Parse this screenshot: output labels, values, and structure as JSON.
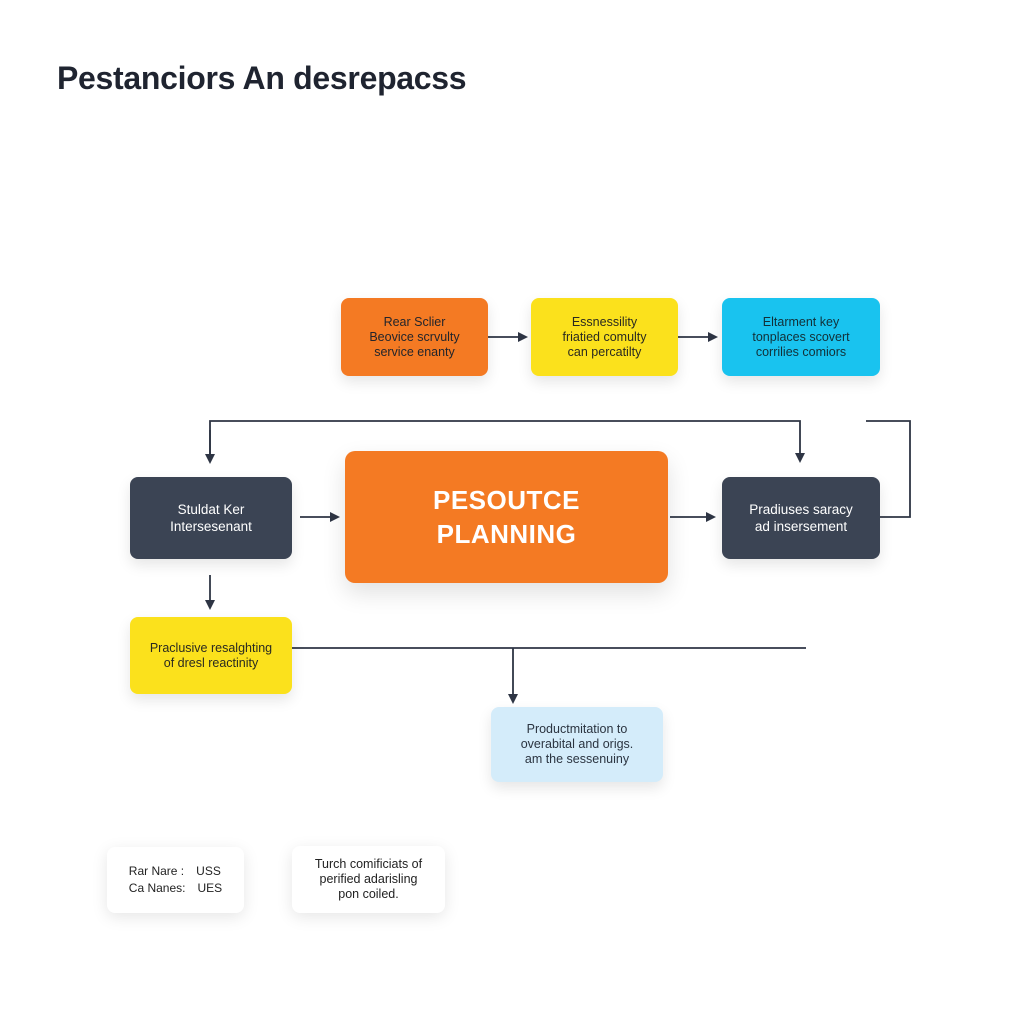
{
  "title": "Pestanciors An desrepacss",
  "colors": {
    "orange": "#f47a23",
    "yellow": "#fbe11c",
    "cyan": "#19c3ef",
    "dark": "#3b4454",
    "light_blue": "#d4ecfa",
    "connector": "#2e3544"
  },
  "top_row": [
    {
      "lines": [
        "Rear Sclier",
        "Beovice scrvulty",
        "service enanty"
      ]
    },
    {
      "lines": [
        "Essnessility",
        "friatied comulty",
        "can percatilty"
      ]
    },
    {
      "lines": [
        "Eltarment key",
        "tonplaces scovert",
        "corrilies comiors"
      ]
    }
  ],
  "middle_row": {
    "left": {
      "lines": [
        "Stuldat Ker",
        "Intersesenant"
      ]
    },
    "center": {
      "lines": [
        "PESOUTCE",
        "PLANNING"
      ]
    },
    "right": {
      "lines": [
        "Pradiuses saracy",
        "ad insersement"
      ]
    }
  },
  "lower": {
    "yellow": {
      "lines": [
        "Praclusive resalghting",
        "of dresl reactinity"
      ]
    },
    "light_blue": {
      "lines": [
        "Productmitation to",
        "overabital and origs.",
        "am the sessenuiny"
      ]
    }
  },
  "legend": {
    "rows": [
      {
        "label": "Rar Nare :",
        "value": "USS"
      },
      {
        "label": "Ca Nanes:",
        "value": "UES"
      }
    ]
  },
  "note": {
    "lines": [
      "Turch comificiats of",
      "perified adarisling",
      "pon coiled."
    ]
  }
}
